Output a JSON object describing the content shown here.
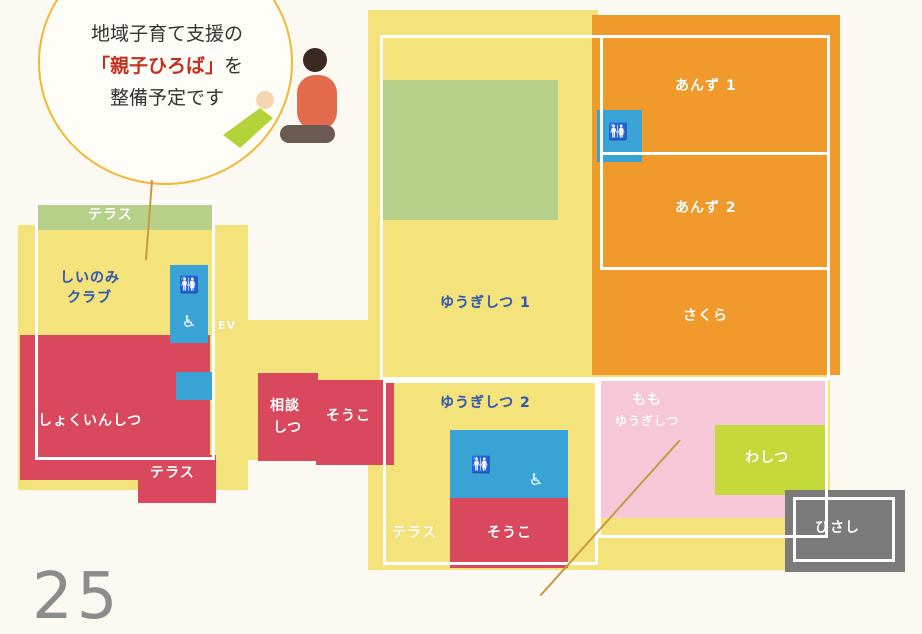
{
  "callout": {
    "line1": "地域子育て支援の",
    "line2_highlight": "「親子ひろば」",
    "line2_suffix": "を",
    "line3": "整備予定です"
  },
  "rooms": {
    "terrace_top": "テラス",
    "shiinomi": "しいのみ\nクラブ",
    "ev": "EV",
    "shokuin": "しょくいんしつ",
    "terrace_bottom_left": "テラス",
    "soudan": "相談\nしつ",
    "souko_mid": "そうこ",
    "yuugi1": "ゆうぎしつ 1",
    "yuugi2": "ゆうぎしつ 2",
    "terrace_bottom_mid": "テラス",
    "souko_bottom": "そうこ",
    "anzu1": "あんず 1",
    "anzu2": "あんず 2",
    "sakura": "さくら",
    "momo": "もも",
    "momo_sub": "ゆうぎしつ",
    "washitsu": "わしつ",
    "hisashi": "ひさし"
  },
  "page_number": "25",
  "colors": {
    "yellow": "#f4e27a",
    "orange": "#f19a2c",
    "red": "#d9485d",
    "pink": "#f6c7d6",
    "lime": "#c6d93a",
    "green": "#b7d08a",
    "blue": "#3aa3d5",
    "gray": "#7b7b7b"
  },
  "icons": [
    "toilet-icon",
    "wheelchair-icon",
    "child-illustration"
  ]
}
